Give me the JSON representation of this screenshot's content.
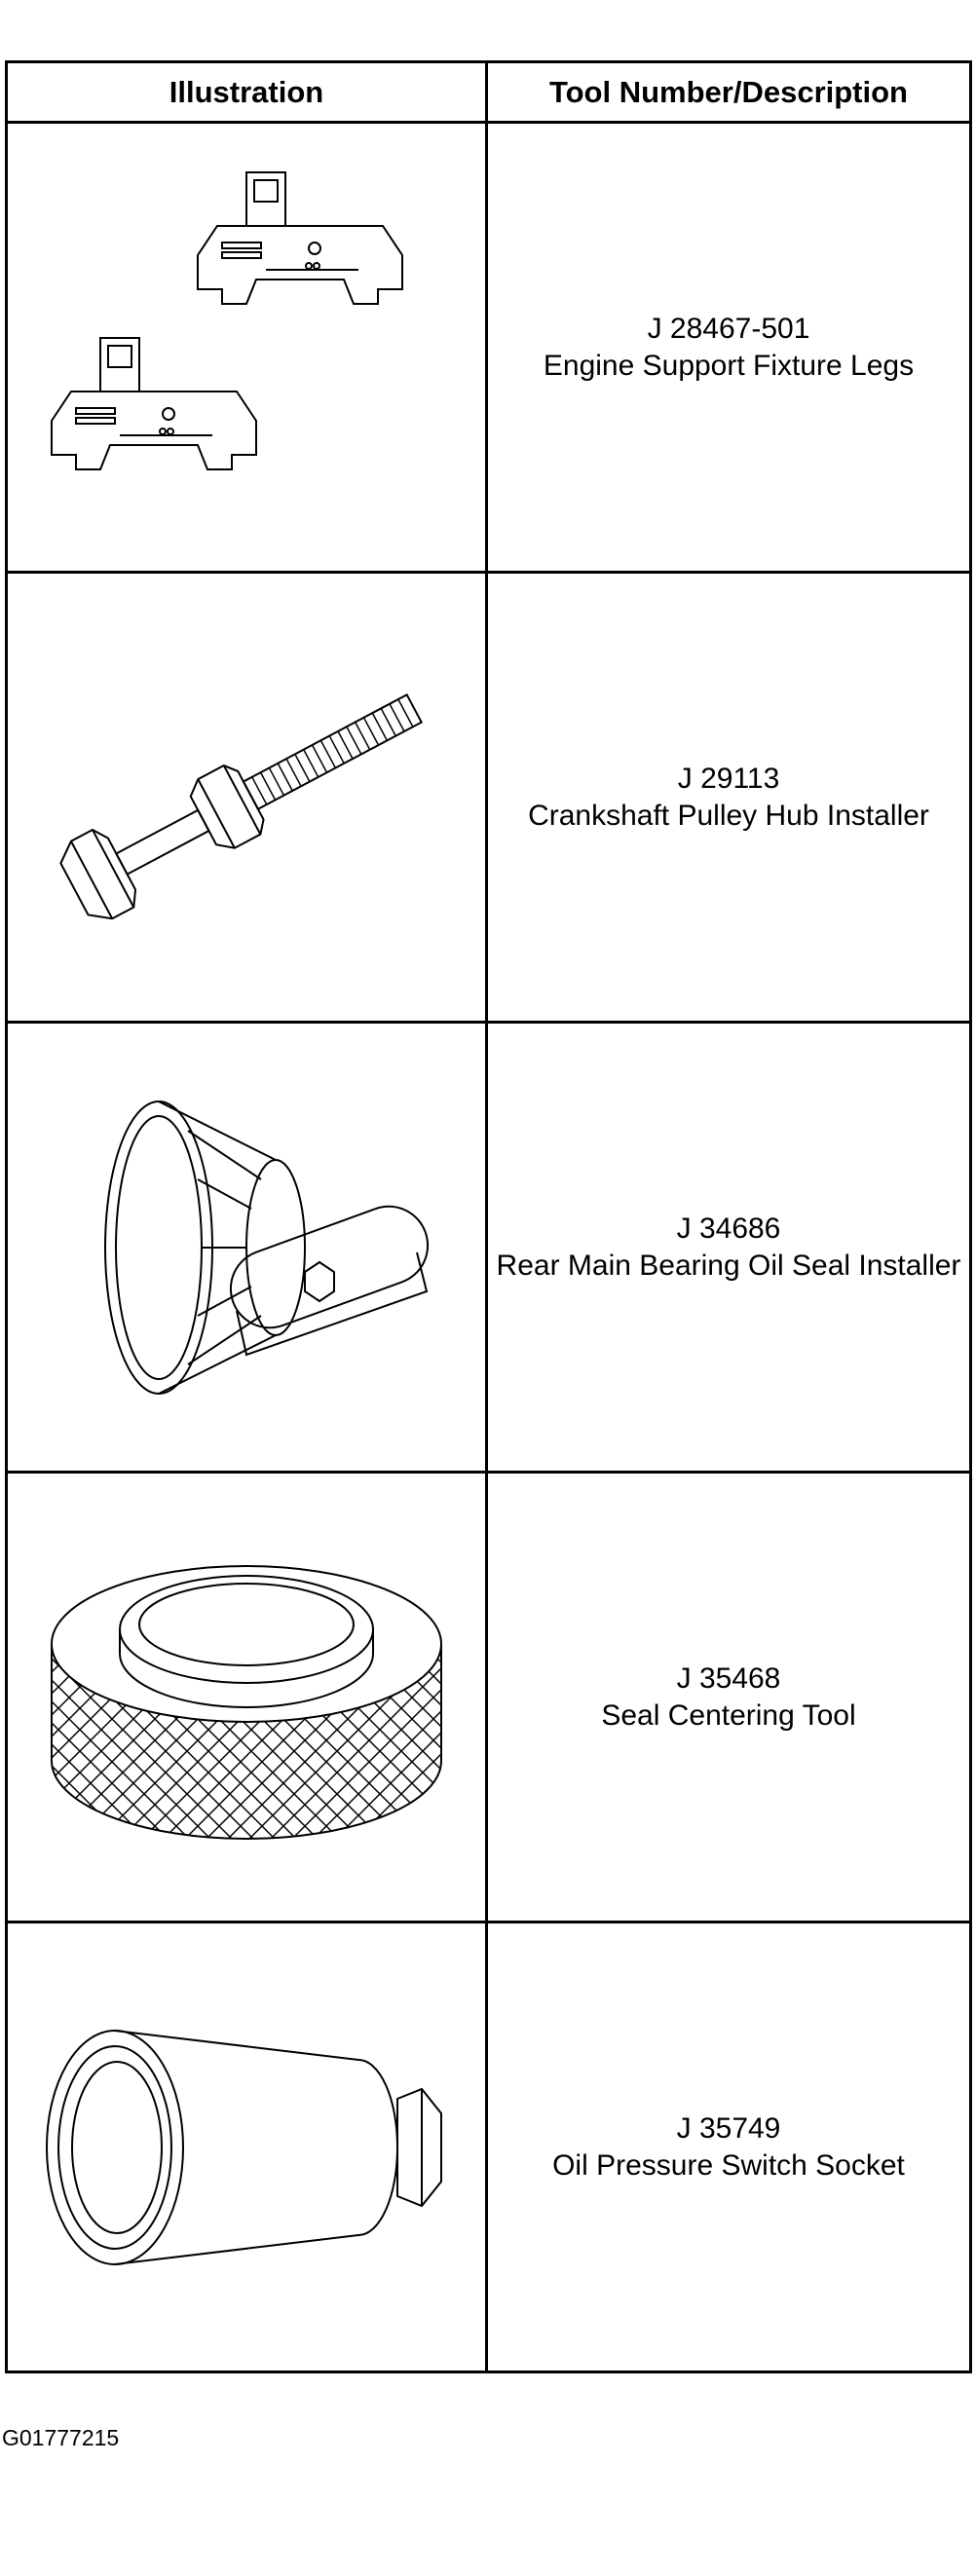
{
  "table": {
    "headers": [
      "Illustration",
      "Tool Number/Description"
    ],
    "rows": [
      {
        "number": "J 28467-501",
        "description": "Engine Support Fixture Legs",
        "icon": "engine-support-fixture-legs-icon"
      },
      {
        "number": "J 29113",
        "description": "Crankshaft Pulley Hub Installer",
        "icon": "crankshaft-pulley-hub-installer-icon"
      },
      {
        "number": "J 34686",
        "description": "Rear Main Bearing Oil Seal Installer",
        "icon": "oil-seal-installer-icon"
      },
      {
        "number": "J 35468",
        "description": "Seal Centering Tool",
        "icon": "seal-centering-tool-icon"
      },
      {
        "number": "J 35749",
        "description": "Oil Pressure Switch Socket",
        "icon": "oil-pressure-switch-socket-icon"
      }
    ]
  },
  "footer": {
    "code": "G01777215"
  }
}
